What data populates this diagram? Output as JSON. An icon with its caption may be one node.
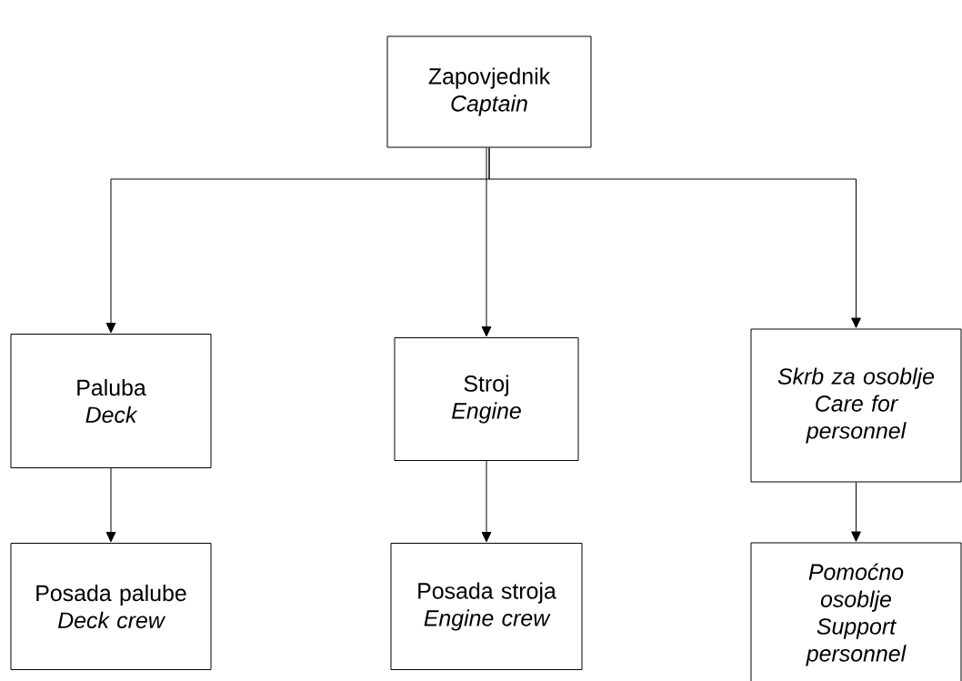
{
  "diagram": {
    "nodes": [
      {
        "text": [
          "Zapovjednik",
          "Captain"
        ]
      },
      {
        "text": [
          "Paluba",
          "Deck"
        ]
      },
      {
        "text": [
          "Stroj",
          "Engine"
        ]
      },
      {
        "text": [
          "Skrb za osoblje",
          "Care for personnel"
        ]
      },
      {
        "text": [
          "Posada palube",
          "Deck crew"
        ]
      },
      {
        "text": [
          "Posada stroja",
          "Engine crew"
        ]
      },
      {
        "text": [
          "Pomoćno osoblje",
          "Support personnel"
        ]
      }
    ],
    "edges": [
      {
        "from": 0,
        "to": 1,
        "arrow": "to"
      },
      {
        "from": 0,
        "to": 2,
        "arrow": "to"
      },
      {
        "from": 0,
        "to": 3,
        "arrow": "to"
      },
      {
        "from": 1,
        "to": 4,
        "arrow": "to"
      },
      {
        "from": 2,
        "to": 5,
        "arrow": "to"
      },
      {
        "from": 3,
        "to": 6,
        "arrow": "to"
      }
    ]
  }
}
